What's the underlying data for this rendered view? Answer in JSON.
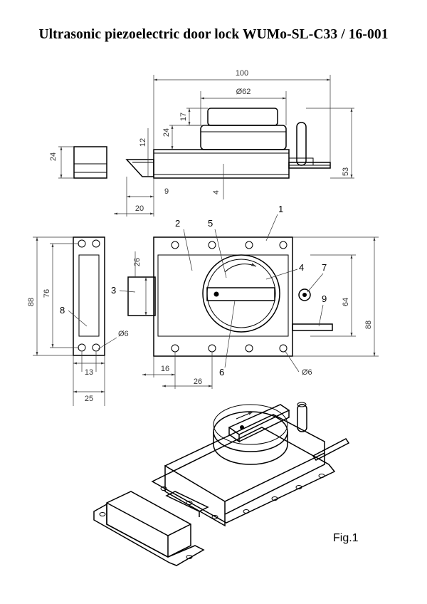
{
  "title": "Ultrasonic piezoelectric door lock WUMo-SL-C33 / 16-001",
  "figure_label": "Fig.1",
  "dimensions": {
    "top_width": "100",
    "top_dia": "Ø62",
    "knob_h": "17",
    "knob_h2": "24",
    "body_h": "12",
    "strike_h": "24",
    "bolt_off": "9",
    "bolt_len": "20",
    "base_off": "4",
    "total_h": "53",
    "strike_height": "88",
    "strike_inner": "76",
    "strike_hole": "Ø6",
    "strike_hole_spacing": "13",
    "strike_width": "25",
    "bolt_h": "26",
    "plate_hole_off": "16",
    "plate_hole_spacing": "26",
    "plate_hole": "Ø6",
    "plate_inner": "64",
    "plate_height": "88"
  },
  "parts": [
    "1",
    "2",
    "3",
    "4",
    "5",
    "6",
    "7",
    "8",
    "9"
  ]
}
